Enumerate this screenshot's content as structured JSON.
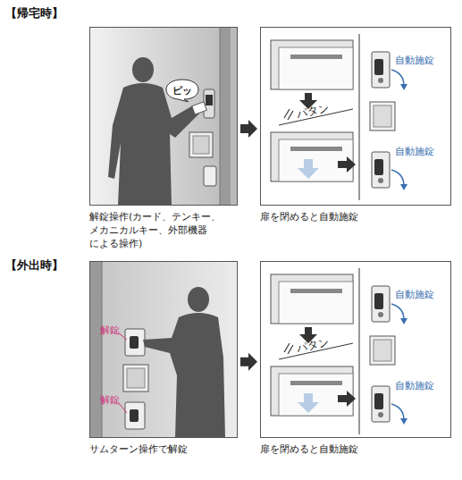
{
  "diagram": {
    "nodes": [
      {
        "text": [
          "解錠操作(カード、テンキー、 メカニカルキー、外部機器 による操作)"
        ]
      },
      {
        "text": [
          "ピッ"
        ],
        "in": 0
      },
      {
        "text": [
          "扉を閉めると自動施錠"
        ]
      },
      {
        "text": [
          "サムターン操作で解錠"
        ]
      },
      {
        "text": [
          "扉を閉めると自動施錠"
        ]
      }
    ],
    "edges": [
      {
        "from": 0,
        "to": 2,
        "arrow": "to"
      },
      {
        "from": 3,
        "to": 4,
        "arrow": "to"
      }
    ],
    "labels": [
      "【帰宅時】",
      "パタン",
      "自動施錠",
      "自動施錠",
      "【外出時】",
      "解錠",
      "解錠",
      "パタン",
      "自動施錠",
      "自動施錠"
    ]
  }
}
